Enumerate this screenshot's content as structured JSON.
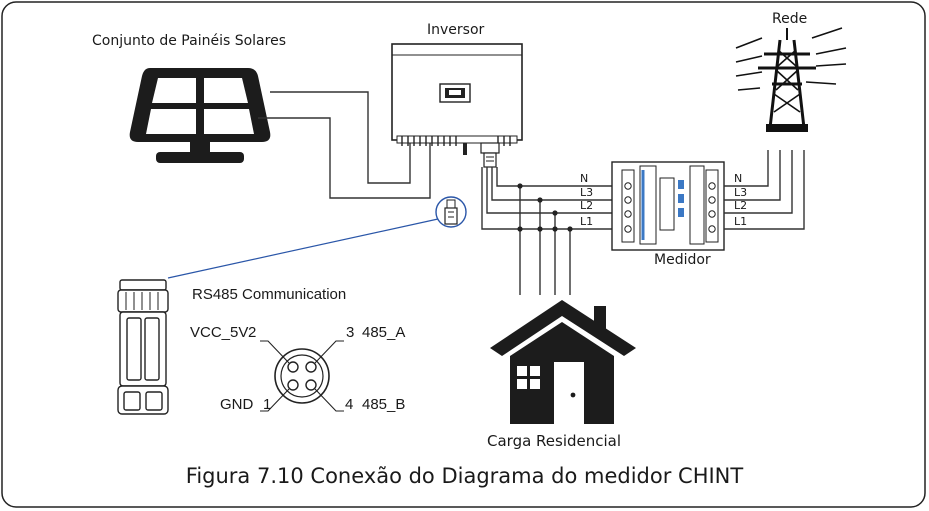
{
  "labels": {
    "solar_array": "Conjunto de Painéis Solares",
    "inverter": "Inversor",
    "grid": "Rede",
    "meter": "Medidor",
    "load": "Carga Residencial",
    "rs485_title": "RS485 Communication"
  },
  "meter_lines": {
    "left": [
      "N",
      "L3",
      "L2",
      "L1"
    ],
    "right": [
      "N",
      "L3",
      "L2",
      "L1"
    ]
  },
  "pins": {
    "pin2": {
      "number": "2",
      "name": "VCC_5V"
    },
    "pin3": {
      "number": "3",
      "name": "485_A"
    },
    "pin1": {
      "number": "1",
      "name": "GND"
    },
    "pin4": {
      "number": "4",
      "name": "485_B"
    }
  },
  "caption": "Figura 7.10 Conexão do Diagrama do medidor CHINT"
}
